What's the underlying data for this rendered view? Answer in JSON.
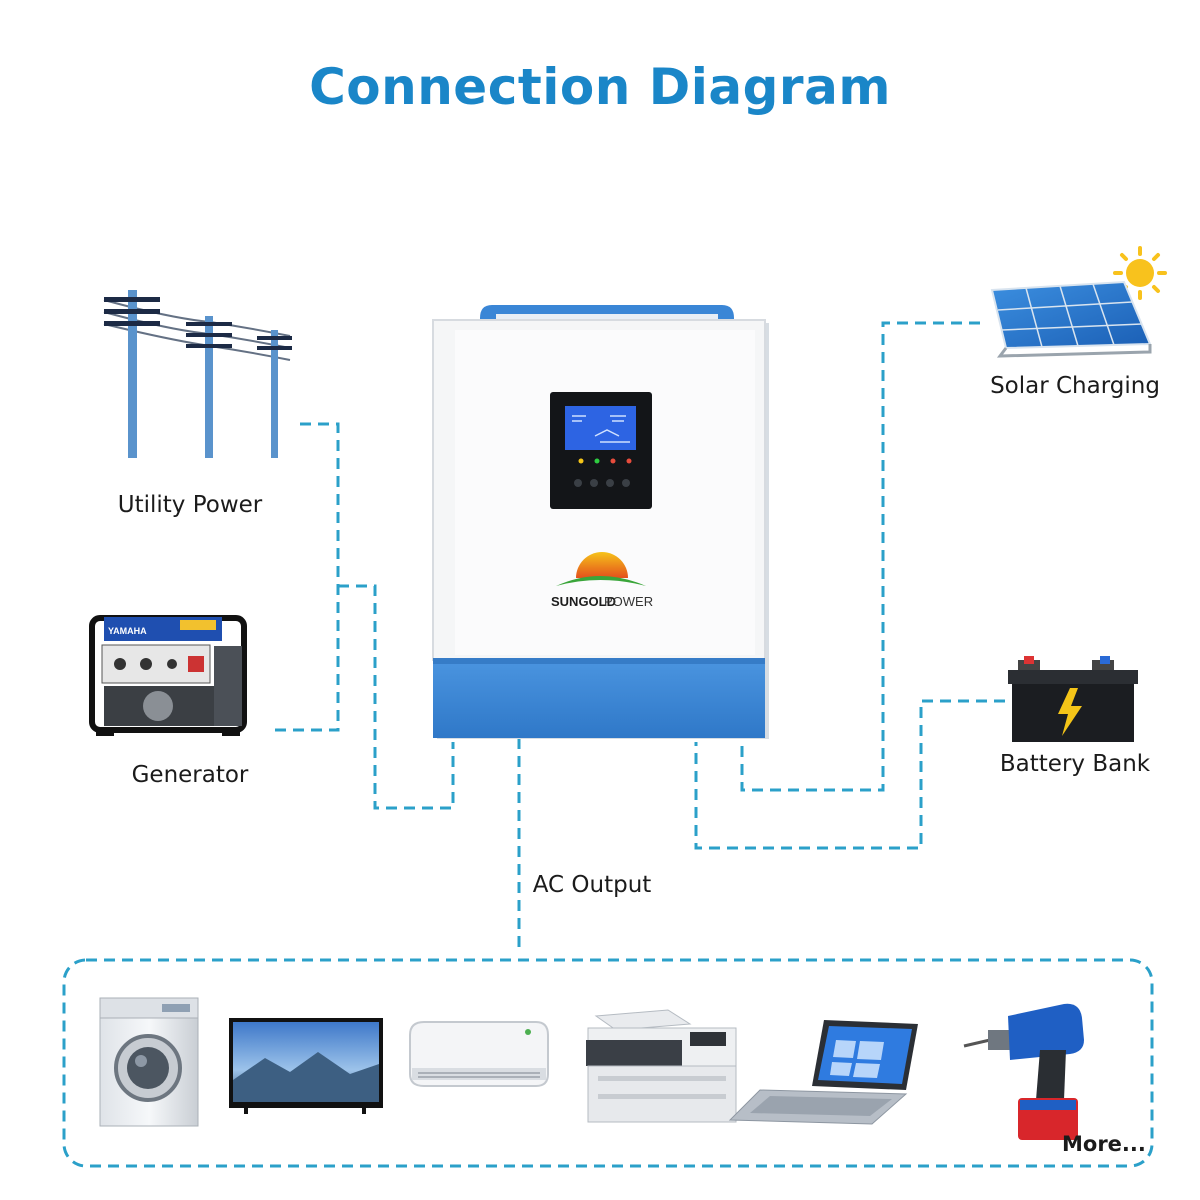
{
  "title": "Connection Diagram",
  "labels": {
    "utility_power": "Utility Power",
    "generator": "Generator",
    "solar_charging": "Solar Charging",
    "battery_bank": "Battery Bank",
    "ac_output": "AC Output",
    "more": "More..."
  },
  "inverter": {
    "brand_bold": "SUNGOLD",
    "brand_light": "POWER"
  },
  "generator_brand": "YAMAHA",
  "colors": {
    "title": "#1a86c8",
    "connector": "#2ba0c9",
    "inverter_blue": "#3a86d6"
  },
  "icons": {
    "utility": "power-pole-icon",
    "generator": "generator-icon",
    "solar": "solar-panel-icon",
    "battery": "battery-icon",
    "appliances": [
      "washing-machine-icon",
      "tv-icon",
      "air-conditioner-icon",
      "printer-icon",
      "laptop-icon",
      "drill-icon"
    ]
  }
}
